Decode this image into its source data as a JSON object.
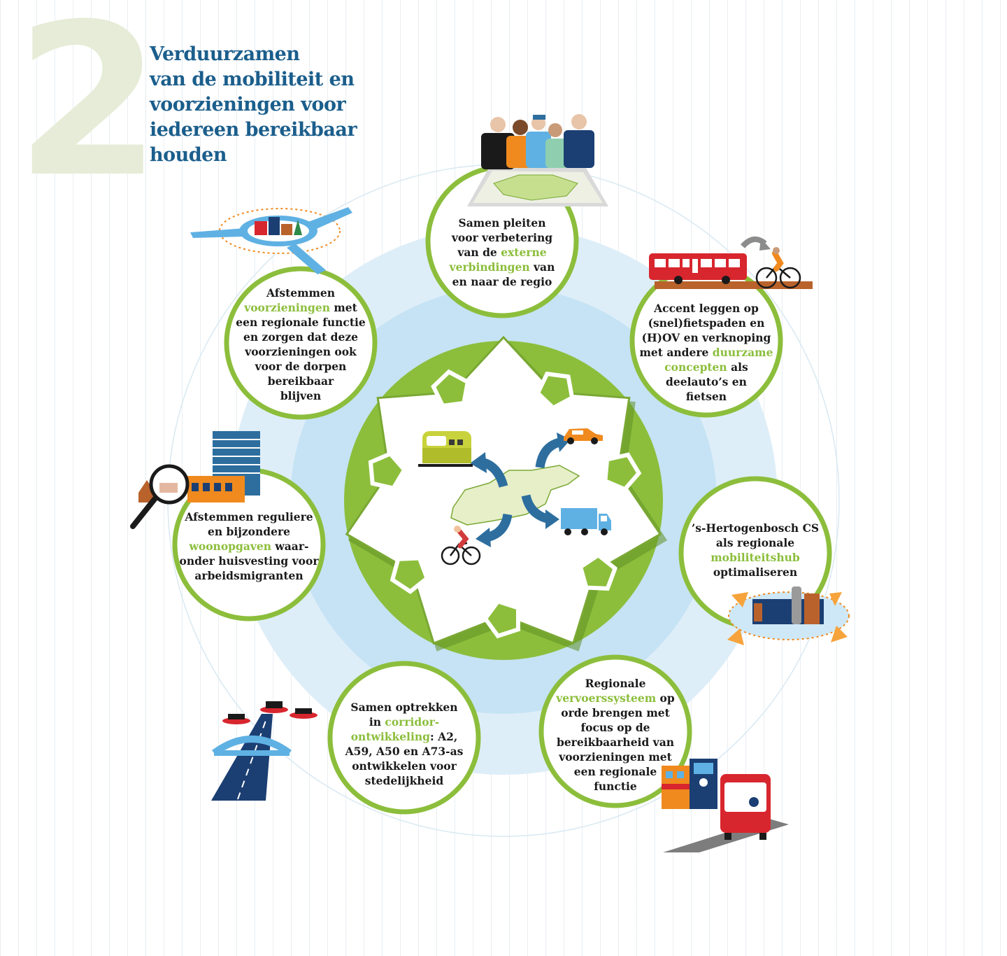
{
  "section_number": "2",
  "title_lines": [
    "Verduurzamen",
    "van de mobiliteit en",
    "voorzieningen voor",
    "iedereen bereikbaar",
    "houden"
  ],
  "colors": {
    "title_blue": "#1b5e8c",
    "green_accent": "#8cbe3c",
    "ring_light": "#deeef8",
    "ring_mid": "#c5e3f4",
    "center_green": "#8cbe3c",
    "arrow_blue": "#2d6e9e"
  },
  "topics": [
    {
      "id": "regio",
      "lines": [
        [
          "Samen pleiten"
        ],
        [
          "voor verbetering"
        ],
        [
          "van de ",
          {
            "hl": "externe"
          }
        ],
        [
          {
            "hl": "verbindingen"
          },
          " van"
        ],
        [
          "en naar de regio"
        ]
      ],
      "icon": "people-map-icon"
    },
    {
      "id": "fiets",
      "lines": [
        [
          "Accent leggen op"
        ],
        [
          "(snel)fietspaden en"
        ],
        [
          "(H)OV en verknoping"
        ],
        [
          "met andere ",
          {
            "hl": "duurzame"
          }
        ],
        [
          {
            "hl": "concepten"
          },
          " als"
        ],
        [
          "deelauto’s en"
        ],
        [
          "fietsen"
        ]
      ],
      "icon": "bus-bicycle-icon"
    },
    {
      "id": "hub",
      "lines": [
        [
          "’s-Hertogenbosch CS"
        ],
        [
          "als regionale"
        ],
        [
          {
            "hl": "mobiliteitshub"
          }
        ],
        [
          "optimaliseren"
        ]
      ],
      "icon": "station-hub-icon"
    },
    {
      "id": "vervoer",
      "lines": [
        [
          "Regionale"
        ],
        [
          {
            "hl": "vervoerssysteem"
          },
          " op"
        ],
        [
          "orde brengen met"
        ],
        [
          "focus op de"
        ],
        [
          "bereikbaarheid van"
        ],
        [
          "voorzieningen met"
        ],
        [
          "een regionale"
        ],
        [
          "functie"
        ]
      ],
      "icon": "bus-town-icon"
    },
    {
      "id": "corridor",
      "lines": [
        [
          "Samen optrekken"
        ],
        [
          "in ",
          {
            "hl": "corridor-"
          }
        ],
        [
          {
            "hl": "ontwikkeling"
          },
          ":  A2,"
        ],
        [
          "A59, A50 en A73-as"
        ],
        [
          "ontwikkelen voor"
        ],
        [
          "stedelijkheid"
        ]
      ],
      "icon": "highway-bridge-icon"
    },
    {
      "id": "wonen",
      "lines": [
        [
          "Afstemmen reguliere"
        ],
        [
          "en bijzondere"
        ],
        [
          {
            "hl": "woonopgaven"
          },
          " waar-"
        ],
        [
          "onder huisvesting voor"
        ],
        [
          "arbeidsmigranten"
        ]
      ],
      "icon": "magnifier-houses-icon"
    },
    {
      "id": "voorzieningen",
      "lines": [
        [
          "Afstemmen"
        ],
        [
          {
            "hl": "voorzieningen"
          },
          " met"
        ],
        [
          "een regionale functie"
        ],
        [
          "en zorgen dat deze"
        ],
        [
          "voorzieningen ook"
        ],
        [
          "voor de dorpen"
        ],
        [
          "bereikbaar"
        ],
        [
          "blijven"
        ]
      ],
      "icon": "roundabout-village-icon"
    }
  ],
  "center_icons": [
    "train-icon",
    "car-icon",
    "truck-icon",
    "bicycle-icon",
    "region-map-icon"
  ]
}
